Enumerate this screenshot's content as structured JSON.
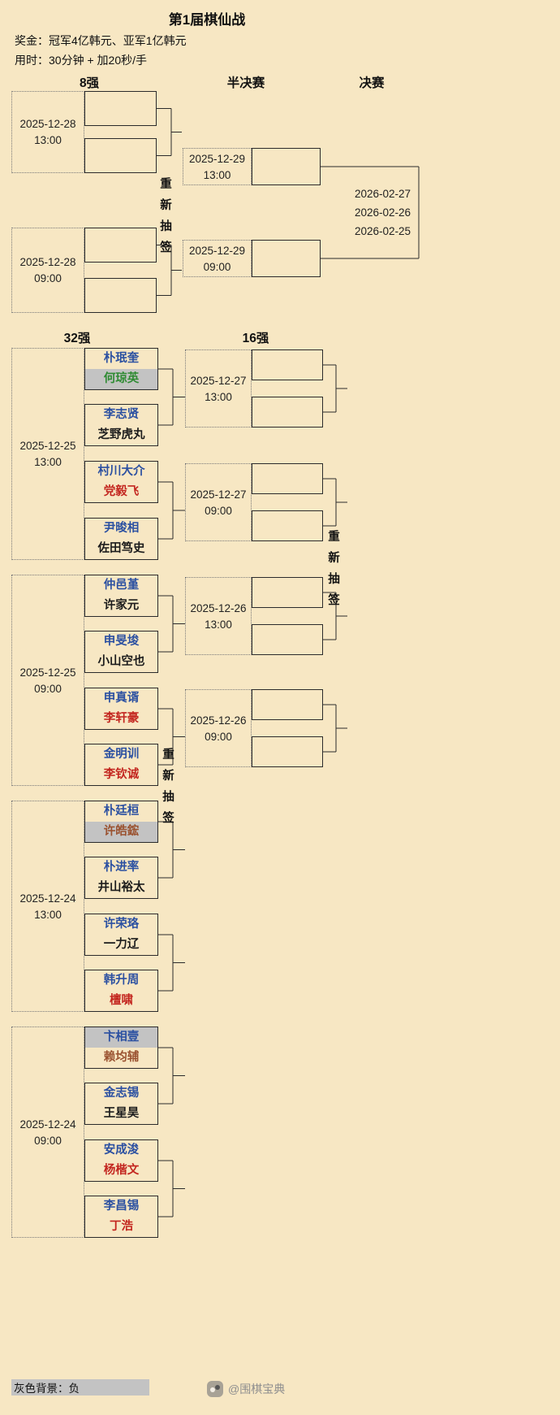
{
  "page": {
    "title": "第1届棋仙战",
    "prize_line": "奖金：冠军4亿韩元、亚军1亿韩元",
    "time_line": "用时：30分钟 + 加20秒/手",
    "redraw_label": "重新抽签",
    "legend_label": "灰色背景：负",
    "watermark": "@围棋宝典"
  },
  "colors": {
    "page_bg": "#f7e7c3",
    "blue": "#2b50a1",
    "red": "#c3261f",
    "black": "#1c1c1c",
    "green": "#2f8b33",
    "brown": "#9a5230",
    "loss_bg": "#c3c3c3",
    "line": "#2b2b2b"
  },
  "rounds": {
    "r32": {
      "label": "32强",
      "groups": [
        {
          "date": "2025-12-25",
          "time": "13:00",
          "matches": [
            {
              "p1": {
                "name": "朴珉奎",
                "color": "blue"
              },
              "p2": {
                "name": "何琼英",
                "color": "green",
                "loss": true
              }
            },
            {
              "p1": {
                "name": "李志贤",
                "color": "blue"
              },
              "p2": {
                "name": "芝野虎丸",
                "color": "black"
              }
            },
            {
              "p1": {
                "name": "村川大介",
                "color": "blue"
              },
              "p2": {
                "name": "党毅飞",
                "color": "red"
              }
            },
            {
              "p1": {
                "name": "尹晙相",
                "color": "blue"
              },
              "p2": {
                "name": "佐田笃史",
                "color": "black"
              }
            }
          ]
        },
        {
          "date": "2025-12-25",
          "time": "09:00",
          "matches": [
            {
              "p1": {
                "name": "仲邑堇",
                "color": "blue"
              },
              "p2": {
                "name": "许家元",
                "color": "black"
              }
            },
            {
              "p1": {
                "name": "申旻埈",
                "color": "blue"
              },
              "p2": {
                "name": "小山空也",
                "color": "black"
              }
            },
            {
              "p1": {
                "name": "申真谞",
                "color": "blue"
              },
              "p2": {
                "name": "李轩豪",
                "color": "red"
              }
            },
            {
              "p1": {
                "name": "金明训",
                "color": "blue"
              },
              "p2": {
                "name": "李钦诚",
                "color": "red"
              }
            }
          ]
        },
        {
          "date": "2025-12-24",
          "time": "13:00",
          "matches": [
            {
              "p1": {
                "name": "朴廷桓",
                "color": "blue"
              },
              "p2": {
                "name": "许皓鋐",
                "color": "brown",
                "loss": true
              }
            },
            {
              "p1": {
                "name": "朴进率",
                "color": "blue"
              },
              "p2": {
                "name": "井山裕太",
                "color": "black"
              }
            },
            {
              "p1": {
                "name": "许荣珞",
                "color": "blue"
              },
              "p2": {
                "name": "一力辽",
                "color": "black"
              }
            },
            {
              "p1": {
                "name": "韩升周",
                "color": "blue"
              },
              "p2": {
                "name": "檀啸",
                "color": "red"
              }
            }
          ]
        },
        {
          "date": "2025-12-24",
          "time": "09:00",
          "matches": [
            {
              "p1": {
                "name": "卞相壹",
                "color": "blue",
                "loss": true
              },
              "p2": {
                "name": "赖均辅",
                "color": "brown"
              }
            },
            {
              "p1": {
                "name": "金志锡",
                "color": "blue"
              },
              "p2": {
                "name": "王星昊",
                "color": "black"
              }
            },
            {
              "p1": {
                "name": "安成浚",
                "color": "blue"
              },
              "p2": {
                "name": "杨楷文",
                "color": "red"
              }
            },
            {
              "p1": {
                "name": "李昌锡",
                "color": "blue"
              },
              "p2": {
                "name": "丁浩",
                "color": "red"
              }
            }
          ]
        }
      ]
    },
    "r16": {
      "label": "16强",
      "groups": [
        {
          "date": "2025-12-27",
          "time": "13:00"
        },
        {
          "date": "2025-12-27",
          "time": "09:00"
        },
        {
          "date": "2025-12-26",
          "time": "13:00"
        },
        {
          "date": "2025-12-26",
          "time": "09:00"
        }
      ]
    },
    "qf": {
      "label": "8强",
      "groups": [
        {
          "date": "2025-12-28",
          "time": "13:00"
        },
        {
          "date": "2025-12-28",
          "time": "09:00"
        }
      ]
    },
    "sf": {
      "label": "半决赛",
      "groups": [
        {
          "date": "2025-12-29",
          "time": "13:00"
        },
        {
          "date": "2025-12-29",
          "time": "09:00"
        }
      ]
    },
    "final": {
      "label": "决赛",
      "dates": [
        "2026-02-27",
        "2026-02-26",
        "2026-02-25"
      ]
    }
  }
}
